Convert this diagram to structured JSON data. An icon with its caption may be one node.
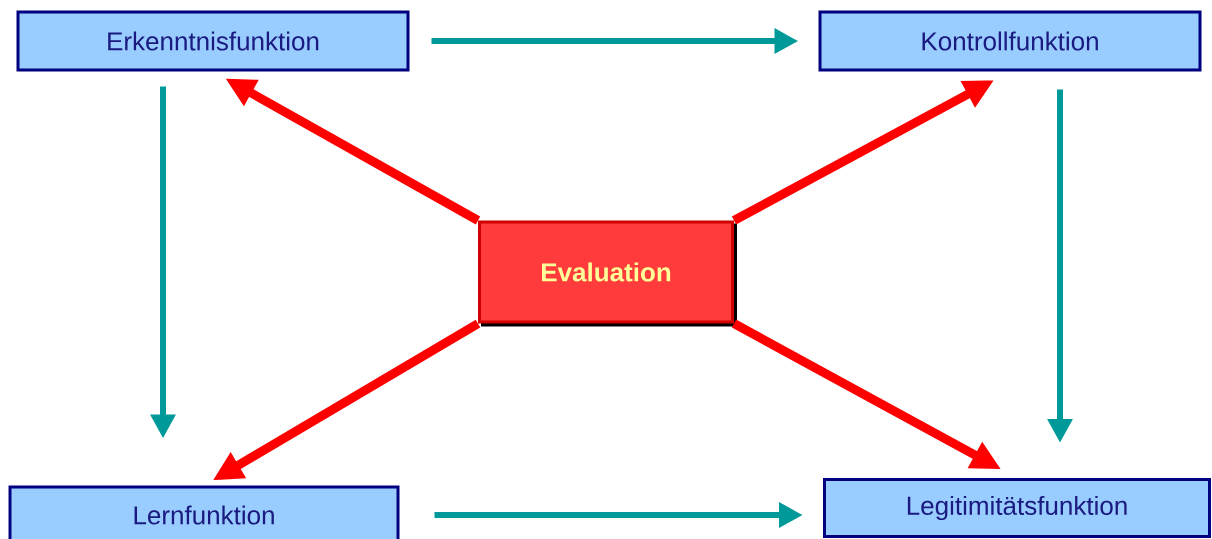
{
  "diagram": {
    "nodes": [
      {
        "text": [
          "Erkenntnisfunktion"
        ]
      },
      {
        "text": [
          "Kontrollfunktion"
        ]
      },
      {
        "text": [
          "Evaluation"
        ]
      },
      {
        "text": [
          "Lernfunktion"
        ]
      },
      {
        "text": [
          "Legitimitätsfunktion"
        ]
      }
    ],
    "edges": [
      {
        "from": 0,
        "to": 1,
        "arrow": "to"
      },
      {
        "from": 0,
        "to": 3,
        "arrow": "to"
      },
      {
        "from": 1,
        "to": 4,
        "arrow": "to"
      },
      {
        "from": 3,
        "to": 4,
        "arrow": "to"
      },
      {
        "from": 2,
        "to": 0,
        "arrow": "to",
        "color": "#ff0000"
      },
      {
        "from": 2,
        "to": 1,
        "arrow": "to",
        "color": "#ff0000"
      },
      {
        "from": 2,
        "to": 3,
        "arrow": "to",
        "color": "#ff0000"
      },
      {
        "from": 2,
        "to": 4,
        "arrow": "to",
        "color": "#ff0000"
      }
    ]
  }
}
